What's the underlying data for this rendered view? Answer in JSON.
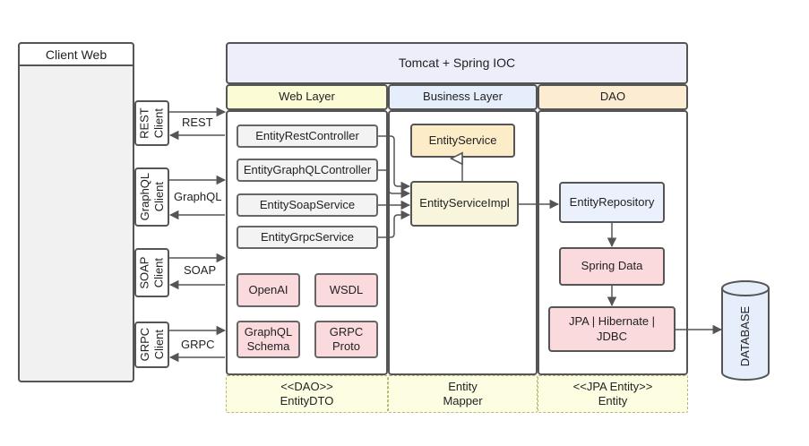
{
  "client": {
    "title": "Client Web",
    "tabs": [
      "REST\nClient",
      "GraphQL\nClient",
      "SOAP\nClient",
      "GRPC\nClient"
    ]
  },
  "protocols": [
    "REST",
    "GraphQL",
    "SOAP",
    "GRPC"
  ],
  "server": {
    "title": "Tomcat  + Spring IOC",
    "layers": [
      "Web Layer",
      "Business Layer",
      "DAO"
    ]
  },
  "web_layer": {
    "components": [
      "EntityRestController",
      "EntityGraphQLController",
      "EntitySoapService",
      "EntityGrpcService"
    ],
    "schemas": [
      "OpenAI",
      "WSDL",
      "GraphQL\nSchema",
      "GRPC\nProto"
    ]
  },
  "business_layer": {
    "service": "EntityService",
    "impl": "EntityServiceImpl"
  },
  "dao_layer": {
    "repository": "EntityRepository",
    "spring_data": "Spring Data",
    "jpa": "JPA | Hibernate |\nJDBC"
  },
  "database": "DATABASE",
  "footer": [
    "<<DAO>>\nEntityDTO",
    "Entity\nMapper",
    "<<JPA Entity>>\nEntity"
  ],
  "colors": {
    "tomcat": "#eeeefb",
    "web_header": "#fbfbd5",
    "business_header": "#e6eefc",
    "dao_header": "#fcecd2",
    "service": "#fdecc8",
    "impl": "#f9f5dd",
    "repository": "#eaf1fc",
    "pink": "#fadadd",
    "footer": "#fdfde2"
  }
}
